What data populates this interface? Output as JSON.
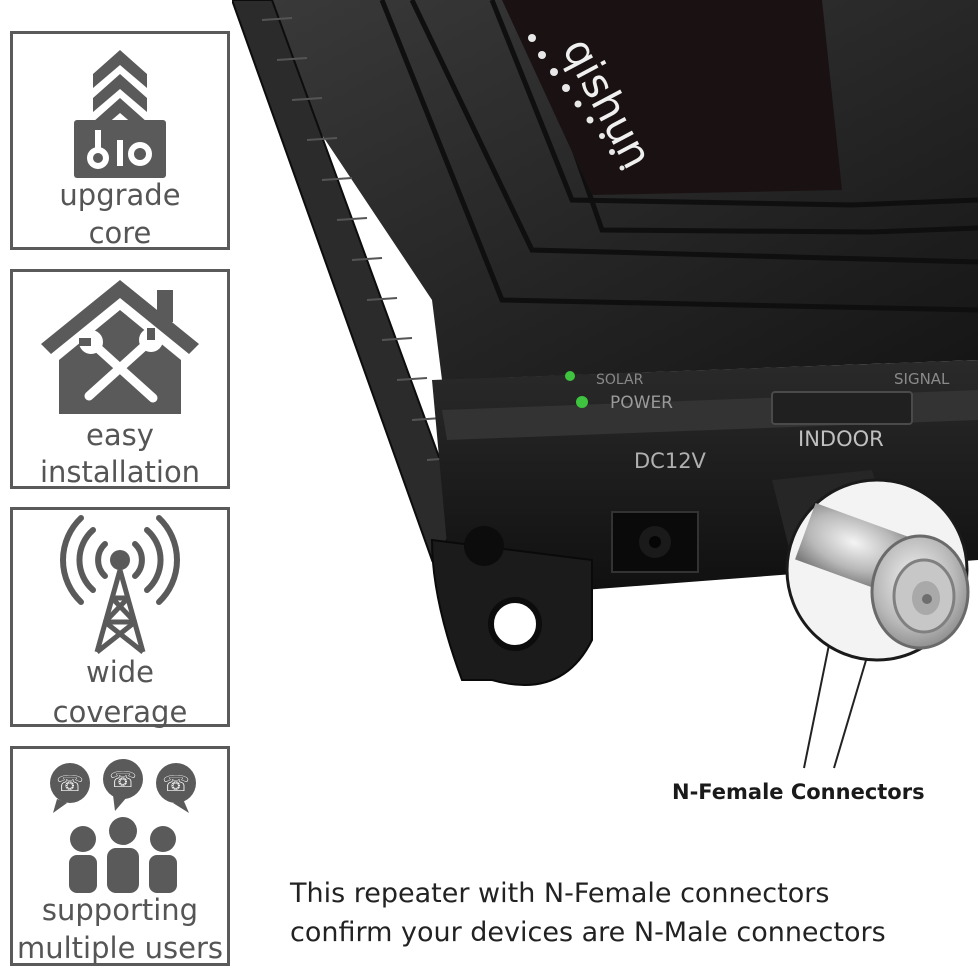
{
  "features": [
    {
      "icon": "upgrade-core-icon",
      "line1": "upgrade",
      "line2": "core"
    },
    {
      "icon": "house-tools-icon",
      "line1": "easy",
      "line2": "installation"
    },
    {
      "icon": "signal-tower-icon",
      "line1": "wide",
      "line2": "coverage"
    },
    {
      "icon": "users-phones-icon",
      "line1": "supporting",
      "line2": "multiple users"
    }
  ],
  "device": {
    "brand": "qishun",
    "led_power": "POWER",
    "led_other": "SOLAR",
    "port_dc": "DC12V",
    "port_indoor": "INDOOR",
    "port_signal": "SIGNAL"
  },
  "callout": {
    "label": "N-Female Connectors"
  },
  "note": {
    "line1": "This repeater with N-Female connectors",
    "line2": "confirm your devices are N-Male connectors"
  },
  "colors": {
    "icon_gray": "#5a5a5a",
    "device_black": "#1c1c1c",
    "led_green": "#3ec43e"
  }
}
